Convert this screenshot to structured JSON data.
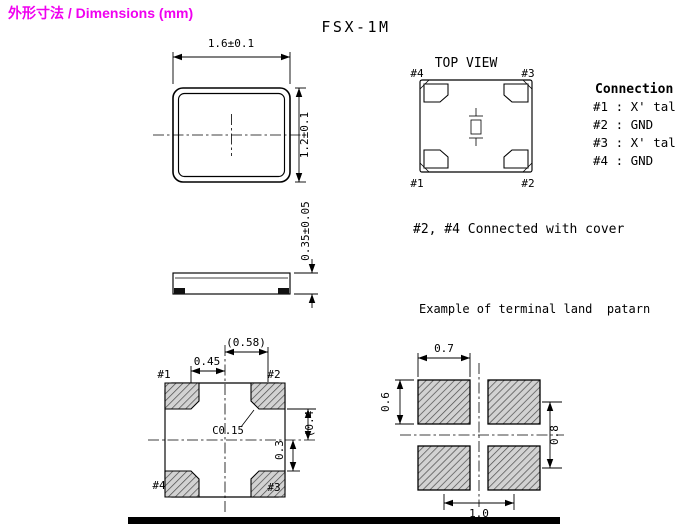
{
  "header": {
    "section_title": "外形寸法 / Dimensions (mm)",
    "part_number": "FSX-1M"
  },
  "outline_view": {
    "dim_width": "1.6±0.1",
    "dim_height": "1.2±0.1"
  },
  "top_view": {
    "title": "TOP VIEW",
    "pin_top_left": "#4",
    "pin_top_right": "#3",
    "pin_bottom_left": "#1",
    "pin_bottom_right": "#2"
  },
  "connection": {
    "title": "Connection",
    "rows": [
      "#1 : X' tal",
      "#2 : GND",
      "#3 : X' tal",
      "#4 : GND"
    ]
  },
  "side_view": {
    "dim_thickness": "0.35±0.05"
  },
  "notes": {
    "cover_note": "#2, #4 Connected with cover",
    "land_pattern_note": "Example of terminal land  patarn"
  },
  "bottom_view": {
    "pin_top_left": "#1",
    "pin_top_right": "#2",
    "pin_bottom_left": "#4",
    "pin_bottom_right": "#3",
    "dim_center_offset": "(0.58)",
    "dim_pad_width": "0.45",
    "dim_chamfer": "C0.15",
    "dim_pad_height": "0.3",
    "dim_center_offset_y": "(0.4"
  },
  "land_pattern": {
    "dim_pad_width": "0.7",
    "dim_pad_height": "0.6",
    "dim_pitch_vertical": "0.8",
    "dim_pitch_horizontal": "1.0"
  }
}
